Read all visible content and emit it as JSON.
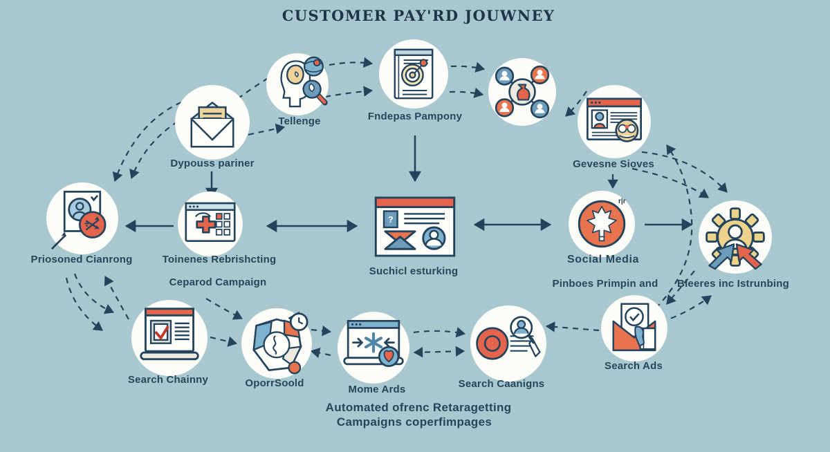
{
  "title": "CUSTOMER PAY'RD JOUWNEY",
  "colors": {
    "background": "#a8c7cf",
    "ink": "#24435c",
    "accent_orange": "#e4654c",
    "accent_orange_light": "#e8744f",
    "accent_yellow": "#ecd28a",
    "accent_blue": "#6d9cba",
    "accent_blue_light": "#7fb2cf",
    "circle_fill": "#fcfcf8"
  },
  "nodes": {
    "email": {
      "label": "Dypouss pariner"
    },
    "tellenge": {
      "label": "Tellenge"
    },
    "fndepas": {
      "label": "Fndepas Pampony"
    },
    "gevesne": {
      "label": "Gevesne Sioves"
    },
    "priosoned": {
      "label": "Priosoned Cianrong"
    },
    "toinenes": {
      "label": "Toinenes Rebrishcting",
      "sublabel": "Ceparod Campaign"
    },
    "suchicl": {
      "label": "Suchicl esturking",
      "glyph": "?"
    },
    "social": {
      "label": "Social Media",
      "sublabel": "Pinboes Primpin and",
      "mark": "r|r"
    },
    "bleeres": {
      "label": "Bleeres inc Istrunbing"
    },
    "search_chainny": {
      "label": "Search Chainny"
    },
    "oporrsoold": {
      "label": "OporrSoold"
    },
    "mome_ards": {
      "label": "Mome Ards"
    },
    "search_caanigns": {
      "label": "Search Caanigns"
    },
    "search_ads": {
      "label": "Search Ads"
    }
  },
  "footer": {
    "line1": "Automated ofrenc Retaragetting",
    "line2": "Campaigns coperfimpages"
  }
}
